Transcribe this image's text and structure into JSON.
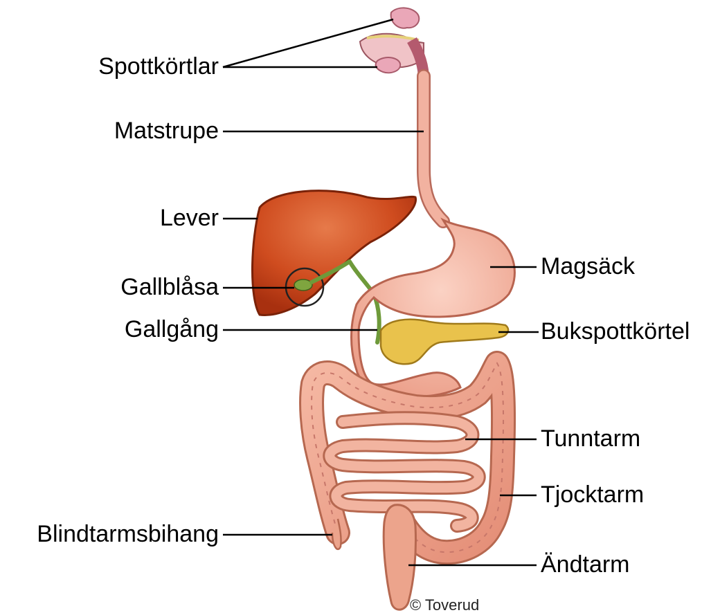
{
  "labels": {
    "spottkortlar": "Spottkörtlar",
    "matstrupe": "Matstrupe",
    "lever": "Lever",
    "gallblasa": "Gallblåsa",
    "gallgang": "Gallgång",
    "blindtarmsbihang": "Blindtarmsbihang",
    "magsack": "Magsäck",
    "bukspottkortel": "Bukspottkörtel",
    "tunntarm": "Tunntarm",
    "tjocktarm": "Tjocktarm",
    "andtarm": "Ändtarm"
  },
  "credit": "© Toverud",
  "colors": {
    "liver": "#cc4a1e",
    "stomach": "#f3aa98",
    "intestine": "#eca48c",
    "pancreas": "#e8c14a",
    "bile": "#6e9a3a",
    "gland": "#e9a3b4"
  }
}
